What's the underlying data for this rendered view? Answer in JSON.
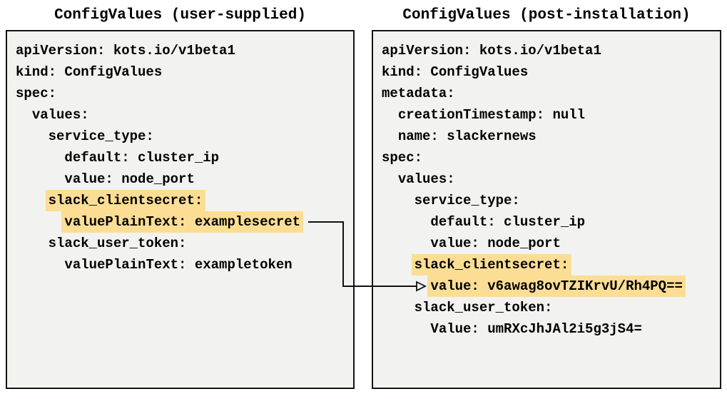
{
  "colors": {
    "page_background": "#FFFFFF",
    "box_background": "#F2F2F1",
    "box_border": "#141414",
    "highlight": "#FBDE94",
    "text": "#000000",
    "arrow": "#111111"
  },
  "panels": [
    {
      "title": "ConfigValues (user-supplied)",
      "lines": [
        {
          "indent": 0,
          "text": "apiVersion: kots.io/v1beta1",
          "highlight": false
        },
        {
          "indent": 0,
          "text": "kind: ConfigValues",
          "highlight": false
        },
        {
          "indent": 0,
          "text": "spec:",
          "highlight": false
        },
        {
          "indent": 2,
          "text": "values:",
          "highlight": false
        },
        {
          "indent": 4,
          "text": "service_type:",
          "highlight": false
        },
        {
          "indent": 6,
          "text": "default: cluster_ip",
          "highlight": false
        },
        {
          "indent": 6,
          "text": "value: node_port",
          "highlight": false
        },
        {
          "indent": 4,
          "text": "slack_clientsecret:",
          "highlight": true
        },
        {
          "indent": 6,
          "text": "valuePlainText: examplesecret",
          "highlight": true
        },
        {
          "indent": 4,
          "text": "slack_user_token:",
          "highlight": false
        },
        {
          "indent": 6,
          "text": "valuePlainText: exampletoken",
          "highlight": false
        }
      ]
    },
    {
      "title": "ConfigValues (post-installation)",
      "lines": [
        {
          "indent": 0,
          "text": "apiVersion: kots.io/v1beta1",
          "highlight": false
        },
        {
          "indent": 0,
          "text": "kind: ConfigValues",
          "highlight": false
        },
        {
          "indent": 0,
          "text": "metadata:",
          "highlight": false
        },
        {
          "indent": 2,
          "text": "creationTimestamp: null",
          "highlight": false
        },
        {
          "indent": 2,
          "text": "name: slackernews",
          "highlight": false
        },
        {
          "indent": 0,
          "text": "spec:",
          "highlight": false
        },
        {
          "indent": 2,
          "text": "values:",
          "highlight": false
        },
        {
          "indent": 4,
          "text": "service_type:",
          "highlight": false
        },
        {
          "indent": 6,
          "text": "default: cluster_ip",
          "highlight": false
        },
        {
          "indent": 6,
          "text": "value: node_port",
          "highlight": false
        },
        {
          "indent": 4,
          "text": "slack_clientsecret:",
          "highlight": true
        },
        {
          "indent": 6,
          "text": "value: v6awag8ovTZIKrvU/Rh4PQ==",
          "highlight": true
        },
        {
          "indent": 4,
          "text": "slack_user_token:",
          "highlight": false
        },
        {
          "indent": 6,
          "text": "Value: umRXcJhJAl2i5g3jS4=",
          "highlight": false
        }
      ]
    }
  ],
  "arrow": {
    "from": "valuePlainText: examplesecret",
    "to": "value: v6awag8ovTZIKrvU/Rh4PQ=="
  }
}
